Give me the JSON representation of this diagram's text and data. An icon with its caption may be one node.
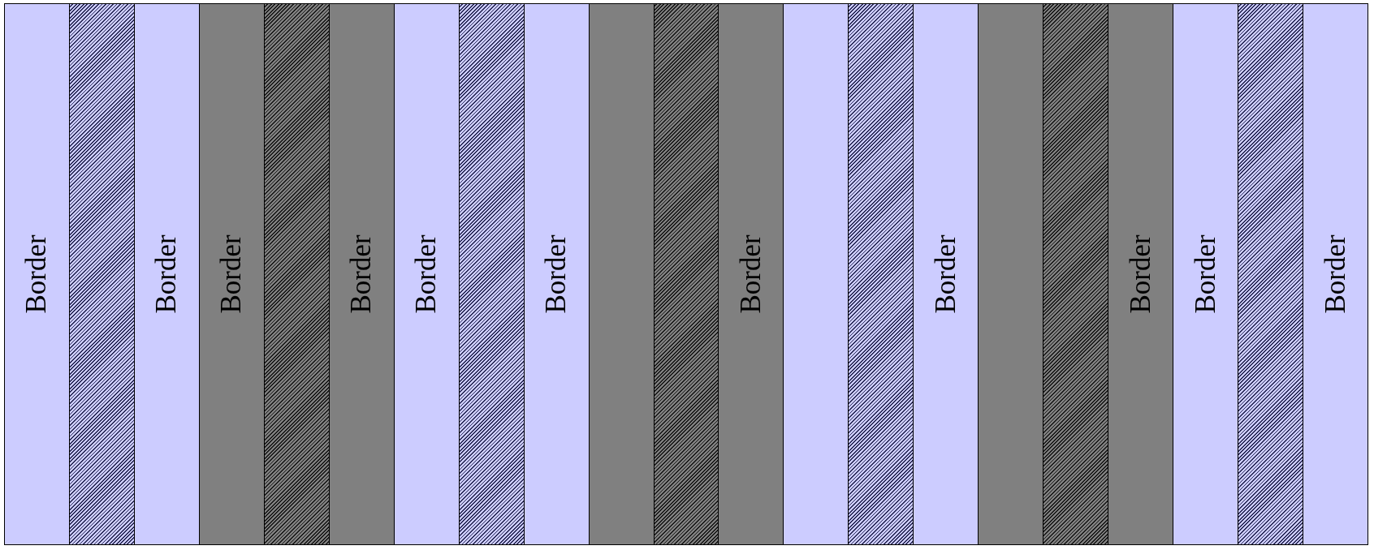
{
  "diagram": {
    "nodes": [
      {
        "text": [
          "Border"
        ]
      },
      {
        "text": [],
        "shape": "bar"
      },
      {
        "text": [
          "Border"
        ]
      },
      {
        "text": [
          "Border"
        ]
      },
      {
        "text": [],
        "shape": "bar"
      },
      {
        "text": [
          "Border"
        ]
      },
      {
        "text": [
          "Border"
        ]
      },
      {
        "text": [],
        "shape": "bar"
      },
      {
        "text": [
          "Border"
        ]
      },
      {
        "text": [],
        "shape": "bar"
      },
      {
        "text": [],
        "shape": "bar"
      },
      {
        "text": [
          "Border"
        ]
      },
      {
        "text": [],
        "shape": "bar"
      },
      {
        "text": [],
        "shape": "bar"
      },
      {
        "text": [
          "Border"
        ]
      },
      {
        "text": [],
        "shape": "bar"
      },
      {
        "text": [],
        "shape": "bar"
      },
      {
        "text": [
          "Border"
        ]
      },
      {
        "text": [
          "Border"
        ]
      },
      {
        "text": [],
        "shape": "bar"
      },
      {
        "text": [
          "Border"
        ]
      }
    ]
  }
}
